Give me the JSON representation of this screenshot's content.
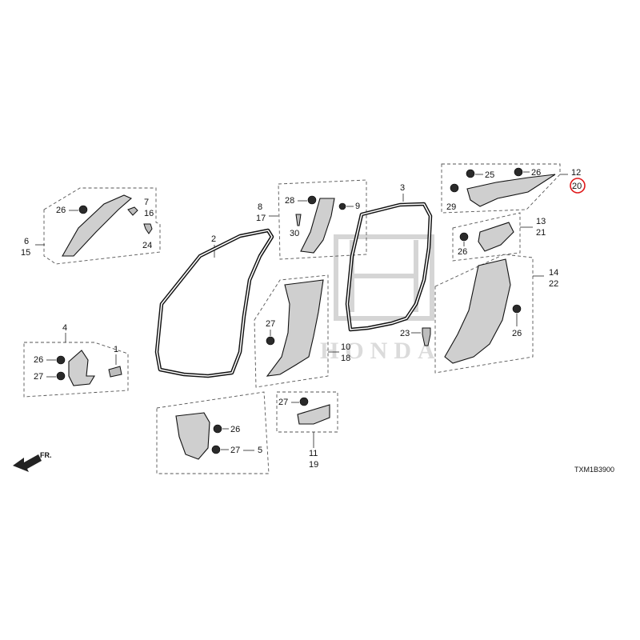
{
  "diagram": {
    "catalog_code": "TXM1B3900",
    "direction_label": "FR.",
    "watermark": "HONDA",
    "highlight_color": "#e0191b",
    "callouts": {
      "c1": "1",
      "c2": "2",
      "c3": "3",
      "c4": "4",
      "c5": "5",
      "c6": "6",
      "c7": "7",
      "c8": "8",
      "c9": "9",
      "c10": "10",
      "c11": "11",
      "c12": "12",
      "c13": "13",
      "c14": "14",
      "c15": "15",
      "c16": "16",
      "c17": "17",
      "c18": "18",
      "c19": "19",
      "c20": "20",
      "c21": "21",
      "c22": "22",
      "c23": "23",
      "c24": "24",
      "c25": "25",
      "c26a": "26",
      "c26b": "26",
      "c26c": "26",
      "c26d": "26",
      "c26e": "26",
      "c26f": "26",
      "c27a": "27",
      "c27b": "27",
      "c27c": "27",
      "c27d": "27",
      "c28": "28",
      "c29": "29",
      "c30": "30"
    }
  }
}
